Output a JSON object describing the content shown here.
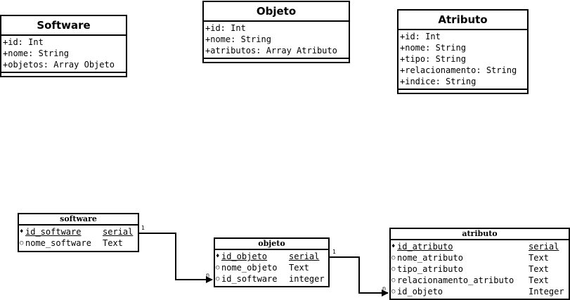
{
  "classes": [
    {
      "title": "Software",
      "attrs": [
        "+id: Int",
        "+nome: String",
        "+objetos: Array Objeto"
      ]
    },
    {
      "title": "Objeto",
      "attrs": [
        "+id: Int",
        "+nome: String",
        "+atributos: Array Atributo"
      ]
    },
    {
      "title": "Atributo",
      "attrs": [
        "+id: Int",
        "+nome: String",
        "+tipo: String",
        "+relacionamento: String",
        "+indice: String"
      ]
    }
  ],
  "tables": {
    "software": {
      "title": "software",
      "rows": [
        {
          "marker": "♦",
          "name": "id_software",
          "type": "serial",
          "pk": true
        },
        {
          "marker": "○",
          "name": "nome_software",
          "type": "Text",
          "pk": false
        }
      ]
    },
    "objeto": {
      "title": "objeto",
      "rows": [
        {
          "marker": "♦",
          "name": "id_objeto",
          "type": "serial",
          "pk": true
        },
        {
          "marker": "○",
          "name": "nome_objeto",
          "type": "Text",
          "pk": false
        },
        {
          "marker": "○",
          "name": "id_software",
          "type": "integer",
          "pk": false
        }
      ]
    },
    "atributo": {
      "title": "atributo",
      "rows": [
        {
          "marker": "♦",
          "name": "id_atributo",
          "type": "serial",
          "pk": true
        },
        {
          "marker": "○",
          "name": "nome_atributo",
          "type": "Text",
          "pk": false
        },
        {
          "marker": "○",
          "name": "tipo_atributo",
          "type": "Text",
          "pk": false
        },
        {
          "marker": "○",
          "name": "relacionamento_atributo",
          "type": "Text",
          "pk": false
        },
        {
          "marker": "○",
          "name": "id_objeto",
          "type": "Integer",
          "pk": false
        }
      ]
    }
  },
  "relations": [
    {
      "from_card": "1",
      "to_card": "n"
    },
    {
      "from_card": "1",
      "to_card": "n"
    }
  ]
}
